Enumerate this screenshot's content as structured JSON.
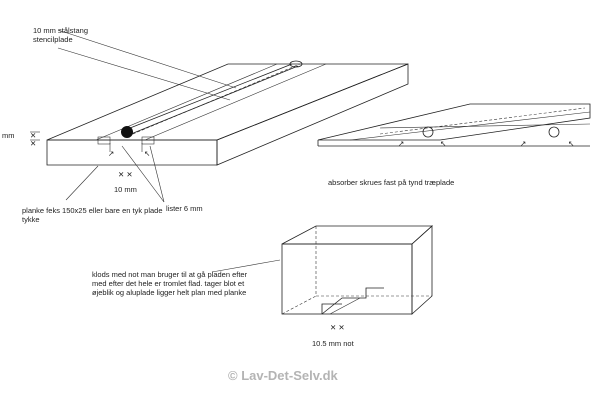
{
  "labels": {
    "rod": "10 mm stålstang",
    "stencil": "stencilplade",
    "mm_left": "mm",
    "ten_mm": "10 mm",
    "plank_line1": "planke feks 150x25 eller bare en tyk plade",
    "plank_line2": "tykke",
    "lister": "lister 6 mm",
    "absorber": "absorber skrues fast på tynd træplade",
    "klods_line1": "klods med not man bruger til at gå pladen efter",
    "klods_line2": "med efter det hele er tromlet flad. tager blot et",
    "klods_line3": "øjeblik og aluplade ligger helt plan med planke",
    "not": "10.5 mm not"
  },
  "watermark": "© Lav-Det-Selv.dk"
}
